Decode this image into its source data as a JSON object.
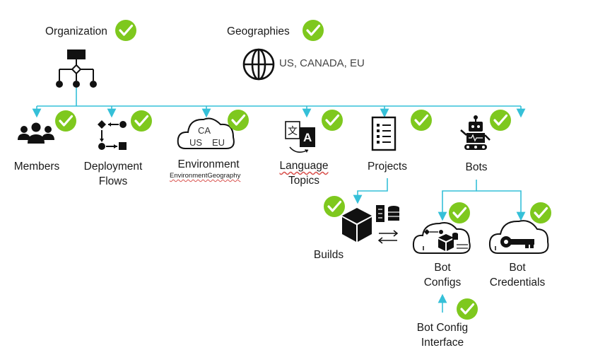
{
  "colors": {
    "connector": "#35c0d8",
    "check": "#7ec81e",
    "icon": "#111111"
  },
  "top": {
    "organization": "Organization",
    "geographies": "Geographies",
    "geographies_list": "US, CANADA, EU"
  },
  "nodes": {
    "members": "Members",
    "deployment_flows_1": "Deployment",
    "deployment_flows_2": "Flows",
    "environment": "Environment",
    "environment_geography": "EnvironmentGeography",
    "language_topics_1": "Language",
    "language_topics_2": "Topics",
    "projects": "Projects",
    "bots": "Bots",
    "builds": "Builds",
    "bot_configs_1": "Bot",
    "bot_configs_2": "Configs",
    "bot_credentials_1": "Bot",
    "bot_credentials_2": "Credentials",
    "bot_config_interface_1": "Bot Config",
    "bot_config_interface_2": "Interface"
  },
  "cloud_labels": {
    "ca": "CA",
    "us": "US",
    "eu": "EU"
  },
  "icons": [
    "org-chart-icon",
    "globe-icon",
    "members-icon",
    "deployment-flows-icon",
    "environment-cloud-icon",
    "language-icon",
    "projects-checklist-icon",
    "robot-icon",
    "builds-package-icon",
    "bot-configs-cloud-icon",
    "credentials-key-cloud-icon",
    "check-icon"
  ]
}
